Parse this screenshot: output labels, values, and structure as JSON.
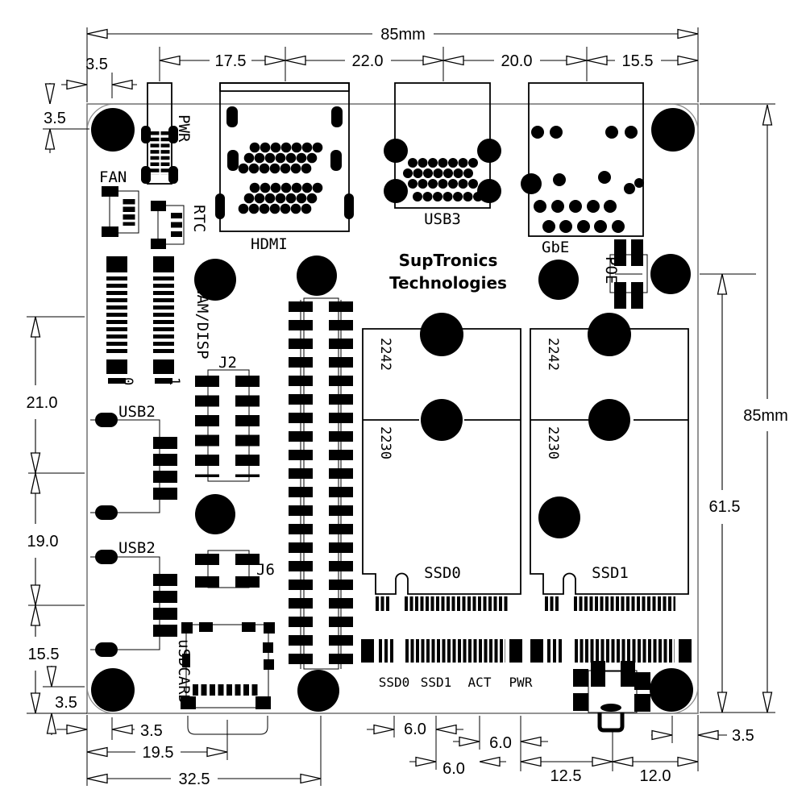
{
  "drawing": {
    "brand_line1": "SupTronics",
    "brand_line2": "Technologies",
    "board_size": "85mm"
  },
  "labels": {
    "pwr": "PWR",
    "fan": "FAN",
    "rtc": "RTC",
    "hdmi": "HDMI",
    "usb3": "USB3",
    "gbe": "GbE",
    "poe": "POE",
    "camdisp": "CAM/DISP",
    "cam0": "0",
    "cam1": "1",
    "j2": "J2",
    "j6": "J6",
    "usb2_top": "USB2",
    "usb2_bottom": "USB2",
    "usdcard": "uSDCARD",
    "ssd0": "SSD0",
    "ssd1": "SSD1",
    "ssd0_2242": "2242",
    "ssd0_2230": "2230",
    "ssd1_2242": "2242",
    "ssd1_2230": "2230",
    "led_ssd0": "SSD0",
    "led_ssd1": "SSD1",
    "led_act": "ACT",
    "led_pwr": "PWR"
  },
  "dims": {
    "top_total": "85mm",
    "top_3_5": "3.5",
    "top_17_5": "17.5",
    "top_22_0": "22.0",
    "top_20_0": "20.0",
    "top_15_5": "15.5",
    "left_3_5_top": "3.5",
    "left_21_0": "21.0",
    "left_19_0": "19.0",
    "left_15_5": "15.5",
    "left_3_5_bottom": "3.5",
    "right_total": "85mm",
    "right_61_5": "61.5",
    "bottom_3_5_left": "3.5",
    "bottom_19_5": "19.5",
    "bottom_32_5": "32.5",
    "bottom_6_0_a": "6.0",
    "bottom_6_0_b": "6.0",
    "bottom_6_0_c": "6.0",
    "bottom_12_5": "12.5",
    "bottom_12_0": "12.0",
    "bottom_3_5_right": "3.5"
  }
}
